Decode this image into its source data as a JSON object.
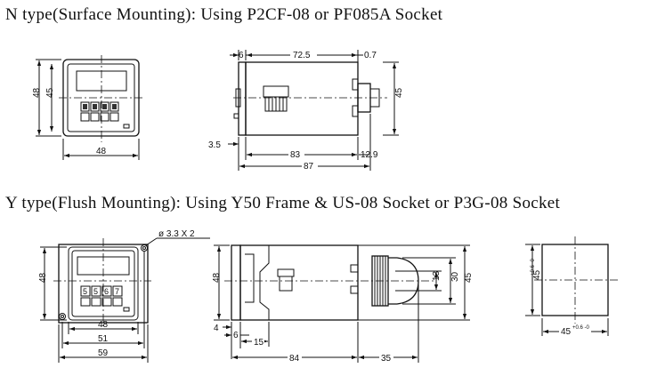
{
  "headings": {
    "n_type": "N type(Surface Mounting): Using P2CF-08 or PF085A Socket",
    "y_type": "Y type(Flush Mounting): Using Y50 Frame & US-08 Socket or P3G-08 Socket"
  },
  "n_front": {
    "height_outer": "48",
    "height_inner": "45",
    "width": "48"
  },
  "n_side": {
    "d6": "6",
    "d72_5": "72.5",
    "d0_7": "0.7",
    "d3_5": "3.5",
    "d83": "83",
    "d87": "87",
    "d12_9": "12.9",
    "d45": "45"
  },
  "y_front": {
    "hole_note": "ø 3.3 X 2",
    "height": "48",
    "w48": "48",
    "w51": "51",
    "w59": "59",
    "digits": [
      "5",
      "5",
      "6",
      "7"
    ]
  },
  "y_side": {
    "h48": "48",
    "d4": "4",
    "d6": "6",
    "d15": "15",
    "d84": "84",
    "d35": "35",
    "d13": "13",
    "d30": "30",
    "d45": "45"
  },
  "panel_cutout": {
    "vertical": "45",
    "vertical_tol": "+0.6 -0",
    "horizontal": "45",
    "horizontal_tol": "+0.6 -0"
  }
}
